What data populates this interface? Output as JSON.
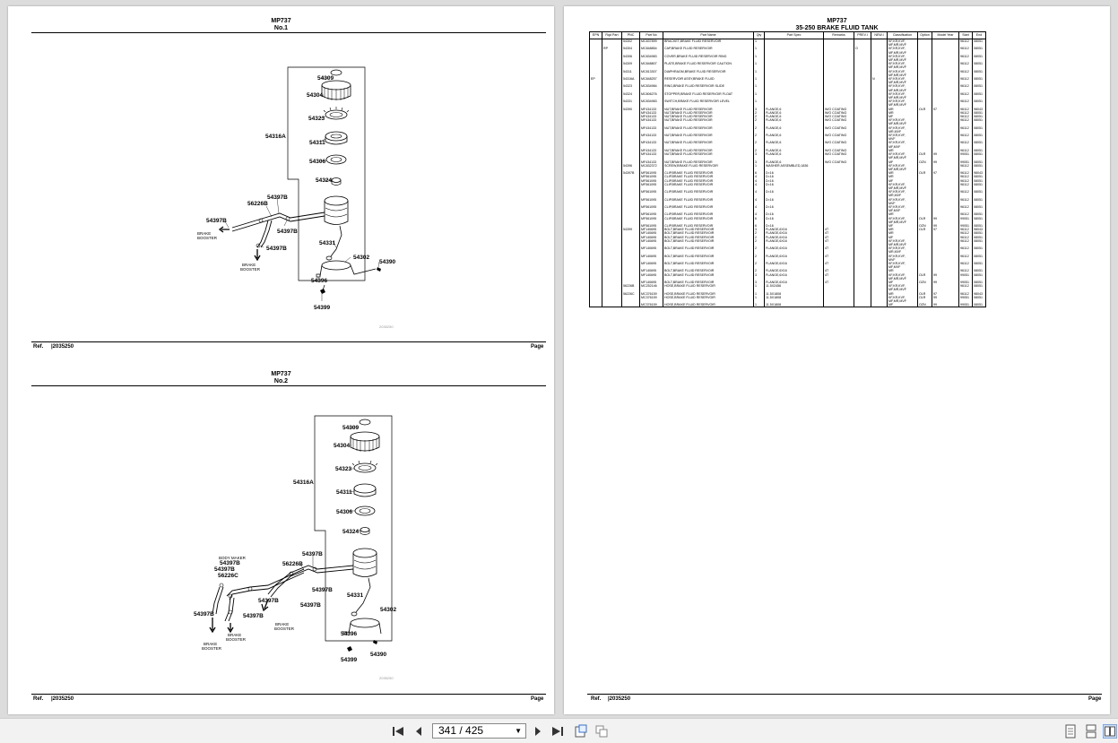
{
  "left_page": {
    "fig1": {
      "model": "MP737",
      "title": "No.1",
      "ref_label": "Ref.",
      "ref_value": "|2035250",
      "page_label": "Page",
      "code": "2035250",
      "labels": {
        "p54309": "54309",
        "p54304": "54304",
        "p54323": "54323",
        "p54316A": "54316A",
        "p54311": "54311",
        "p54306": "54306",
        "p54324": "54324",
        "p54397B_1": "54397B",
        "p56226B": "56226B",
        "p54397B_2": "54397B",
        "p54397B_3": "54397B",
        "p54397B_4": "54397B",
        "p54331": "54331",
        "p54302": "54302",
        "p54390": "54390",
        "p54396": "54396",
        "p54399": "54399",
        "brake_booster_1": "BRAKE",
        "brake_booster_2": "BOOSTER",
        "brake_booster_3": "BRAKE",
        "brake_booster_4": "BOOSTER"
      }
    },
    "fig2": {
      "model": "MP737",
      "title": "No.2",
      "ref_label": "Ref.",
      "ref_value": "|2035250",
      "page_label": "Page",
      "code": "2035250",
      "labels": {
        "p54309": "54309",
        "p54304": "54304",
        "p54323": "54323",
        "p54316A": "54316A",
        "p54311": "54311",
        "p54306": "54306",
        "p54324": "54324",
        "body_maker": "BODY MAKER",
        "p54397B_a": "54397B",
        "p54397B_b": "54397B",
        "p56226C": "56226C",
        "p54397B_c": "54397B",
        "p56226B": "56226B",
        "p54397B_d": "54397B",
        "p54397B_e": "54397B",
        "p54397B_f": "54397B",
        "p54397B_g": "54397B",
        "p54397B_h": "54397B",
        "p54331": "54331",
        "p54302": "54302",
        "p54396": "54396",
        "p54390": "54390",
        "p54399": "54399",
        "bb1": "BRAKE",
        "bb2": "BOOSTER",
        "bb3": "BRAKE",
        "bb4": "BOOSTER",
        "bb5": "BRAKE",
        "bb6": "BOOSTER"
      }
    }
  },
  "right_page": {
    "model": "MP737",
    "title": "35-250 BRAKE FLUID TANK",
    "ref_label": "Ref.",
    "ref_value": "|2035250",
    "page_label": "Page",
    "columns": [
      "EPN",
      "Rqd Part",
      "PNC",
      "Part No",
      "Part Name",
      "Qty",
      "Part Spec",
      "Remarks",
      "PREV.I",
      "NEW.I",
      "Classification",
      "Option",
      "Model Year",
      "Start",
      "End"
    ],
    "rows": [
      [
        "",
        "",
        "54302",
        "MC837899",
        "BRACKET,BRAKE FLUID RESERVOIR",
        "1",
        "",
        "",
        "",
        "",
        "KF,KR,KVF,",
        "",
        "",
        "96112",
        "08051"
      ],
      [
        "",
        "",
        "",
        "",
        "",
        "",
        "",
        "",
        "",
        "",
        "MF,MR,MVF",
        "",
        "",
        "",
        ""
      ],
      [
        "",
        "RP",
        "54304",
        "MC848854",
        "CAP,BRAKE FLUID RESERVOIR",
        "1",
        "",
        "",
        "O",
        "",
        "KF,KR,KVF,",
        "",
        "",
        "96112",
        "08051"
      ],
      [
        "",
        "",
        "",
        "",
        "",
        "",
        "",
        "",
        "",
        "",
        "MF,MR,MVF",
        "",
        "",
        "",
        ""
      ],
      [
        "",
        "",
        "54306",
        "MC834983",
        "COVER,BRAKE FLUID RESERVOIR RING",
        "1",
        "",
        "",
        "",
        "",
        "KF,KR,KVF,",
        "",
        "",
        "96112",
        "08051"
      ],
      [
        "",
        "",
        "",
        "",
        "",
        "",
        "",
        "",
        "",
        "",
        "MF,MR,MVF",
        "",
        "",
        "",
        ""
      ],
      [
        "",
        "",
        "54309",
        "MC848807",
        "PLATE,BRAKE FLUID RESERVOIR CAUTION",
        "1",
        "",
        "",
        "",
        "",
        "KF,KR,KVF,",
        "",
        "",
        "96112",
        "08051"
      ],
      [
        "",
        "",
        "",
        "",
        "",
        "",
        "",
        "",
        "",
        "",
        "MF,MR,MVF",
        "",
        "",
        "",
        ""
      ],
      [
        "",
        "",
        "54311",
        "MC813307",
        "DIAPHRAGM,BRAKE FLUID RESERVOIR",
        "1",
        "",
        "",
        "",
        "",
        "KF,KR,KVF,",
        "",
        "",
        "96112",
        "08051"
      ],
      [
        "",
        "",
        "",
        "",
        "",
        "",
        "",
        "",
        "",
        "",
        "MF,MR,MVF",
        "",
        "",
        "",
        ""
      ],
      [
        "EP",
        "",
        "54316A",
        "MC848257",
        "RESERVOIR ASSY,BRAKE FLUID",
        "1",
        "",
        "",
        "",
        "N",
        "KF,KR,KVF,",
        "",
        "",
        "96112",
        "08051"
      ],
      [
        "",
        "",
        "",
        "",
        "",
        "",
        "",
        "",
        "",
        "",
        "MF,MR,MVF",
        "",
        "",
        "",
        ""
      ],
      [
        "",
        "",
        "54323",
        "MC834984",
        "RING,BRAKE FLUID RESERVOIR SLIDE",
        "1",
        "",
        "",
        "",
        "",
        "KF,KR,KVF,",
        "",
        "",
        "96112",
        "08051"
      ],
      [
        "",
        "",
        "",
        "",
        "",
        "",
        "",
        "",
        "",
        "",
        "MF,MR,MVF",
        "",
        "",
        "",
        ""
      ],
      [
        "",
        "",
        "54324",
        "MC806276",
        "STOPPER,BRAKE FLUID RESERVOIR FLOAT",
        "1",
        "",
        "",
        "",
        "",
        "KF,KR,KVF,",
        "",
        "",
        "96112",
        "08051"
      ],
      [
        "",
        "",
        "",
        "",
        "",
        "",
        "",
        "",
        "",
        "",
        "MF,MR,MVF",
        "",
        "",
        "",
        ""
      ],
      [
        "",
        "",
        "54331",
        "MC834983",
        "SWITCH,BRAKE FLUID RESERVOIR LEVEL",
        "1",
        "",
        "",
        "",
        "",
        "KF,KR,KVF,",
        "",
        "",
        "96112",
        "08051"
      ],
      [
        "",
        "",
        "",
        "",
        "",
        "",
        "",
        "",
        "",
        "",
        "MF,MR,MVF",
        "",
        "",
        "",
        ""
      ],
      [
        "",
        "",
        "54390",
        "MF434133",
        "NUT,BRAKE FLUID RESERVOIR",
        "3",
        "FLANGE,6",
        "W/O COATING",
        "",
        "",
        "MR",
        "OLR",
        "97",
        "96112",
        "98043"
      ],
      [
        "",
        "",
        "",
        "MF434133",
        "NUT,BRAKE FLUID RESERVOIR",
        "2",
        "FLANGE,6",
        "W/O COATING",
        "",
        "",
        "MR",
        "",
        "",
        "96112",
        "08051"
      ],
      [
        "",
        "",
        "",
        "MF434133",
        "NUT,BRAKE FLUID RESERVOIR",
        "2",
        "FLANGE,6",
        "W/O COATING",
        "",
        "",
        "MF",
        "",
        "",
        "96112",
        "08051"
      ],
      [
        "",
        "",
        "",
        "MF434133",
        "NUT,BRAKE FLUID RESERVOIR",
        "2",
        "FLANGE,6",
        "W/O COATING",
        "",
        "",
        "KF,KR,KVF,",
        "",
        "",
        "96112",
        "08051"
      ],
      [
        "",
        "",
        "",
        "",
        "",
        "",
        "",
        "",
        "",
        "",
        "MF,MR,MVF",
        "",
        "",
        "",
        ""
      ],
      [
        "",
        "",
        "",
        "MF434133",
        "NUT,BRAKE FLUID RESERVOIR",
        "2",
        "FLANGE,6",
        "W/O COATING",
        "",
        "",
        "KF,KR,KVF,",
        "",
        "",
        "96112",
        "08051"
      ],
      [
        "",
        "",
        "",
        "",
        "",
        "",
        "",
        "",
        "",
        "",
        "MR,MVF",
        "",
        "",
        "",
        ""
      ],
      [
        "",
        "",
        "",
        "MF434133",
        "NUT,BRAKE FLUID RESERVOIR",
        "2",
        "FLANGE,6",
        "W/O COATING",
        "",
        "",
        "KF,KR,KVF,",
        "",
        "",
        "96112",
        "08051"
      ],
      [
        "",
        "",
        "",
        "",
        "",
        "",
        "",
        "",
        "",
        "",
        "MVF",
        "",
        "",
        "",
        ""
      ],
      [
        "",
        "",
        "",
        "MF434133",
        "NUT,BRAKE FLUID RESERVOIR",
        "2",
        "FLANGE,6",
        "W/O COATING",
        "",
        "",
        "KF,KR,KVF,",
        "",
        "",
        "96112",
        "08051"
      ],
      [
        "",
        "",
        "",
        "",
        "",
        "",
        "",
        "",
        "",
        "",
        "MF,MVF",
        "",
        "",
        "",
        ""
      ],
      [
        "",
        "",
        "",
        "MF434133",
        "NUT,BRAKE FLUID RESERVOIR",
        "2",
        "FLANGE,6",
        "W/O COATING",
        "",
        "",
        "MR",
        "",
        "",
        "96112",
        "08051"
      ],
      [
        "",
        "",
        "",
        "MF434133",
        "NUT,BRAKE FLUID RESERVOIR",
        "3",
        "FLANGE,6",
        "W/O COATING",
        "",
        "",
        "KF,KR,KVF,",
        "OLR",
        "99",
        "99051",
        "08051"
      ],
      [
        "",
        "",
        "",
        "",
        "",
        "",
        "",
        "",
        "",
        "",
        "MF,MR,MVF",
        "",
        "",
        "",
        ""
      ],
      [
        "",
        "",
        "",
        "MF434133",
        "NUT,BRAKE FLUID RESERVOIR",
        "3",
        "FLANGE,6",
        "W/O COATING",
        "",
        "",
        "MF",
        "OZN",
        "99",
        "99051",
        "08051"
      ],
      [
        "",
        "",
        "54396",
        "MC832372",
        "SCREW,BRAKE FLUID RESERVOIR",
        "1",
        "WASHER ASSEMBLED,1836",
        "",
        "",
        "",
        "KF,KR,KVF,",
        "",
        "",
        "96112",
        "08051"
      ],
      [
        "",
        "",
        "",
        "",
        "",
        "",
        "",
        "",
        "",
        "",
        "MF,MR,MVF",
        "",
        "",
        "",
        ""
      ],
      [
        "",
        "",
        "54397B",
        "MF561095",
        "CLIP,BRAKE FLUID RESERVOIR",
        "6",
        "D=16",
        "",
        "",
        "",
        "MR",
        "OLR",
        "97",
        "96112",
        "98043"
      ],
      [
        "",
        "",
        "",
        "MF561095",
        "CLIP,BRAKE FLUID RESERVOIR",
        "4",
        "D=16",
        "",
        "",
        "",
        "MR",
        "",
        "",
        "96112",
        "08051"
      ],
      [
        "",
        "",
        "",
        "MF561095",
        "CLIP,BRAKE FLUID RESERVOIR",
        "4",
        "D=16",
        "",
        "",
        "",
        "MF",
        "",
        "",
        "96112",
        "08051"
      ],
      [
        "",
        "",
        "",
        "MF561095",
        "CLIP,BRAKE FLUID RESERVOIR",
        "4",
        "D=16",
        "",
        "",
        "",
        "KF,KR,KVF,",
        "",
        "",
        "96112",
        "08051"
      ],
      [
        "",
        "",
        "",
        "",
        "",
        "",
        "",
        "",
        "",
        "",
        "MF,MR,MVF",
        "",
        "",
        "",
        ""
      ],
      [
        "",
        "",
        "",
        "MF561095",
        "CLIP,BRAKE FLUID RESERVOIR",
        "4",
        "D=16",
        "",
        "",
        "",
        "KF,KR,KVF,",
        "",
        "",
        "96112",
        "08051"
      ],
      [
        "",
        "",
        "",
        "",
        "",
        "",
        "",
        "",
        "",
        "",
        "MR,MVF",
        "",
        "",
        "",
        ""
      ],
      [
        "",
        "",
        "",
        "MF561095",
        "CLIP,BRAKE FLUID RESERVOIR",
        "4",
        "D=16",
        "",
        "",
        "",
        "KF,KR,KVF,",
        "",
        "",
        "96112",
        "08051"
      ],
      [
        "",
        "",
        "",
        "",
        "",
        "",
        "",
        "",
        "",
        "",
        "MVF",
        "",
        "",
        "",
        ""
      ],
      [
        "",
        "",
        "",
        "MF561095",
        "CLIP,BRAKE FLUID RESERVOIR",
        "4",
        "D=16",
        "",
        "",
        "",
        "KF,KR,KVF,",
        "",
        "",
        "96112",
        "08051"
      ],
      [
        "",
        "",
        "",
        "",
        "",
        "",
        "",
        "",
        "",
        "",
        "MF,MVF",
        "",
        "",
        "",
        ""
      ],
      [
        "",
        "",
        "",
        "MF561095",
        "CLIP,BRAKE FLUID RESERVOIR",
        "4",
        "D=16",
        "",
        "",
        "",
        "MR",
        "",
        "",
        "96112",
        "08051"
      ],
      [
        "",
        "",
        "",
        "MF561095",
        "CLIP,BRAKE FLUID RESERVOIR",
        "6",
        "D=16",
        "",
        "",
        "",
        "KF,KR,KVF,",
        "OLR",
        "99",
        "99051",
        "08051"
      ],
      [
        "",
        "",
        "",
        "",
        "",
        "",
        "",
        "",
        "",
        "",
        "MF,MR,MVF",
        "",
        "",
        "",
        ""
      ],
      [
        "",
        "",
        "",
        "MF561095",
        "CLIP,BRAKE FLUID RESERVOIR",
        "6",
        "D=16",
        "",
        "",
        "",
        "MF",
        "OZN",
        "99",
        "99051",
        "08051"
      ],
      [
        "",
        "",
        "54399",
        "MF140695",
        "BOLT,BRAKE FLUID RESERVOIR",
        "3",
        "FLANGE,6X16",
        "4T",
        "",
        "",
        "MR",
        "OLR",
        "97",
        "96112",
        "98043"
      ],
      [
        "",
        "",
        "",
        "MF140695",
        "BOLT,BRAKE FLUID RESERVOIR",
        "2",
        "FLANGE,6X16",
        "4T",
        "",
        "",
        "MR",
        "",
        "",
        "96112",
        "08051"
      ],
      [
        "",
        "",
        "",
        "MF140695",
        "BOLT,BRAKE FLUID RESERVOIR",
        "2",
        "FLANGE,6X16",
        "4T",
        "",
        "",
        "MF",
        "",
        "",
        "96112",
        "08051"
      ],
      [
        "",
        "",
        "",
        "MF140695",
        "BOLT,BRAKE FLUID RESERVOIR",
        "2",
        "FLANGE,6X16",
        "4T",
        "",
        "",
        "KF,KR,KVF,",
        "",
        "",
        "96112",
        "08051"
      ],
      [
        "",
        "",
        "",
        "",
        "",
        "",
        "",
        "",
        "",
        "",
        "MF,MR,MVF",
        "",
        "",
        "",
        ""
      ],
      [
        "",
        "",
        "",
        "MF140695",
        "BOLT,BRAKE FLUID RESERVOIR",
        "2",
        "FLANGE,6X16",
        "4T",
        "",
        "",
        "KF,KR,KVF,",
        "",
        "",
        "96112",
        "08051"
      ],
      [
        "",
        "",
        "",
        "",
        "",
        "",
        "",
        "",
        "",
        "",
        "MR,MVF",
        "",
        "",
        "",
        ""
      ],
      [
        "",
        "",
        "",
        "MF140695",
        "BOLT,BRAKE FLUID RESERVOIR",
        "2",
        "FLANGE,6X16",
        "4T",
        "",
        "",
        "KF,KR,KVF,",
        "",
        "",
        "96112",
        "08051"
      ],
      [
        "",
        "",
        "",
        "",
        "",
        "",
        "",
        "",
        "",
        "",
        "MVF",
        "",
        "",
        "",
        ""
      ],
      [
        "",
        "",
        "",
        "MF140695",
        "BOLT,BRAKE FLUID RESERVOIR",
        "2",
        "FLANGE,6X16",
        "4T",
        "",
        "",
        "KF,KR,KVF,",
        "",
        "",
        "96112",
        "08051"
      ],
      [
        "",
        "",
        "",
        "",
        "",
        "",
        "",
        "",
        "",
        "",
        "MF,MVF",
        "",
        "",
        "",
        ""
      ],
      [
        "",
        "",
        "",
        "MF140695",
        "BOLT,BRAKE FLUID RESERVOIR",
        "2",
        "FLANGE,6X16",
        "4T",
        "",
        "",
        "MR",
        "",
        "",
        "96112",
        "08051"
      ],
      [
        "",
        "",
        "",
        "MF140695",
        "BOLT,BRAKE FLUID RESERVOIR",
        "3",
        "FLANGE,6X16",
        "4T",
        "",
        "",
        "KF,KR,KVF,",
        "OLR",
        "99",
        "99051",
        "08051"
      ],
      [
        "",
        "",
        "",
        "",
        "",
        "",
        "",
        "",
        "",
        "",
        "MF,MR,MVF",
        "",
        "",
        "",
        ""
      ],
      [
        "",
        "",
        "",
        "MF140695",
        "BOLT,BRAKE FLUID RESERVOIR",
        "3",
        "FLANGE,6X16",
        "4T",
        "",
        "",
        "MF",
        "OZN",
        "99",
        "99051",
        "08051"
      ],
      [
        "",
        "",
        "56226B",
        "MC252146",
        "HOSE,BRAKE FLUID RESERVOIR",
        "1",
        "11.5X2456",
        "",
        "",
        "",
        "KF,KR,KVF,",
        "",
        "",
        "96112",
        "08051"
      ],
      [
        "",
        "",
        "",
        "",
        "",
        "",
        "",
        "",
        "",
        "",
        "MF,MR,MVF",
        "",
        "",
        "",
        ""
      ],
      [
        "",
        "",
        "56226C",
        "MC376159",
        "HOSE,BRAKE FLUID RESERVOIR",
        "1",
        "11.5X1808",
        "",
        "",
        "",
        "MR",
        "OLR",
        "97",
        "96112",
        "98043"
      ],
      [
        "",
        "",
        "",
        "MC376159",
        "HOSE,BRAKE FLUID RESERVOIR",
        "1",
        "11.5X1808",
        "",
        "",
        "",
        "KF,KR,KVF,",
        "OLR",
        "99",
        "99051",
        "08051"
      ],
      [
        "",
        "",
        "",
        "",
        "",
        "",
        "",
        "",
        "",
        "",
        "MF,MR,MVF",
        "",
        "",
        "",
        ""
      ],
      [
        "",
        "",
        "",
        "MC376159",
        "HOSE,BRAKE FLUID RESERVOIR",
        "1",
        "11.5X1808",
        "",
        "",
        "",
        "MF",
        "OZN",
        "99",
        "99051",
        "08051"
      ]
    ]
  },
  "toolbar": {
    "page_display": "341 / 425",
    "icons": [
      "first-page-icon",
      "previous-page-icon",
      "next-page-icon",
      "last-page-icon",
      "rotate-view-icon",
      "rotate-view-back-icon",
      "single-page-view-icon",
      "continuous-view-icon",
      "two-page-view-icon"
    ]
  },
  "colors": {
    "background": "#dcdcdc",
    "page": "#ffffff",
    "toolbar": "#f2f2f2"
  }
}
